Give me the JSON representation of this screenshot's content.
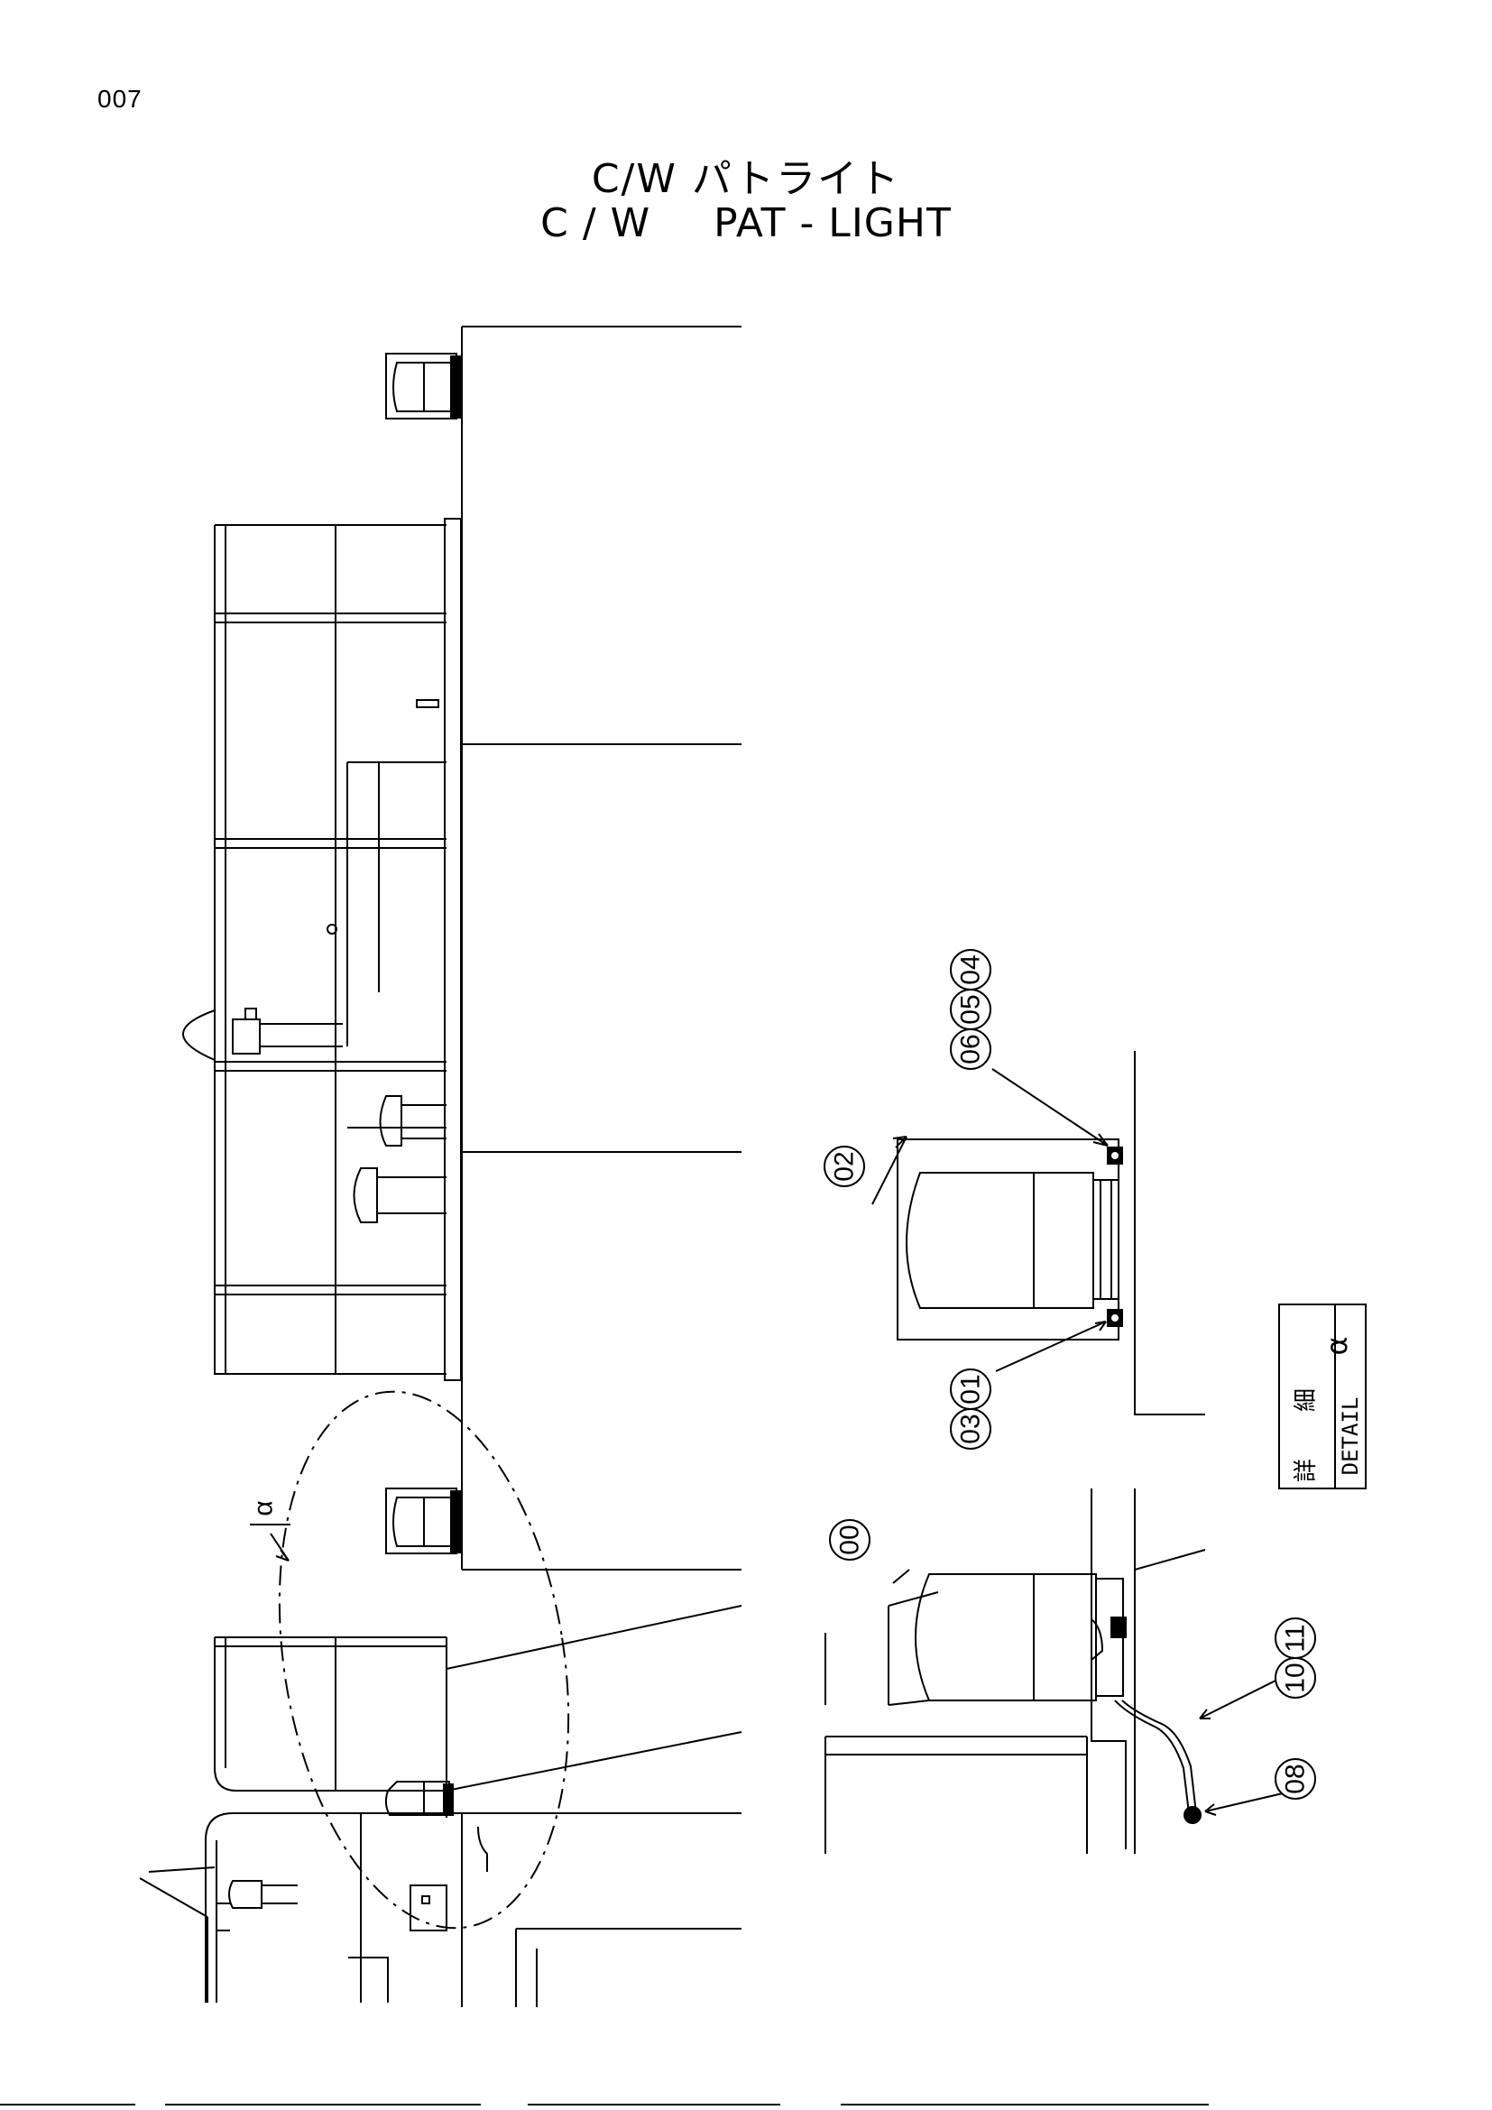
{
  "page_number": "007",
  "title": {
    "jp": "C/W パトライト",
    "en_prefix": "C / W",
    "en_name": "PAT - LIGHT"
  },
  "detail_marker": "α",
  "detail_box": {
    "jp_1": "詳",
    "jp_2": "細",
    "label": "DETAIL",
    "ref": "α"
  },
  "callouts": {
    "c00": "00",
    "c02": "02",
    "c03": "03",
    "c01": "01",
    "c04": "04",
    "c05": "05",
    "c06": "06",
    "c08": "08",
    "c10": "10",
    "c11": "11"
  }
}
